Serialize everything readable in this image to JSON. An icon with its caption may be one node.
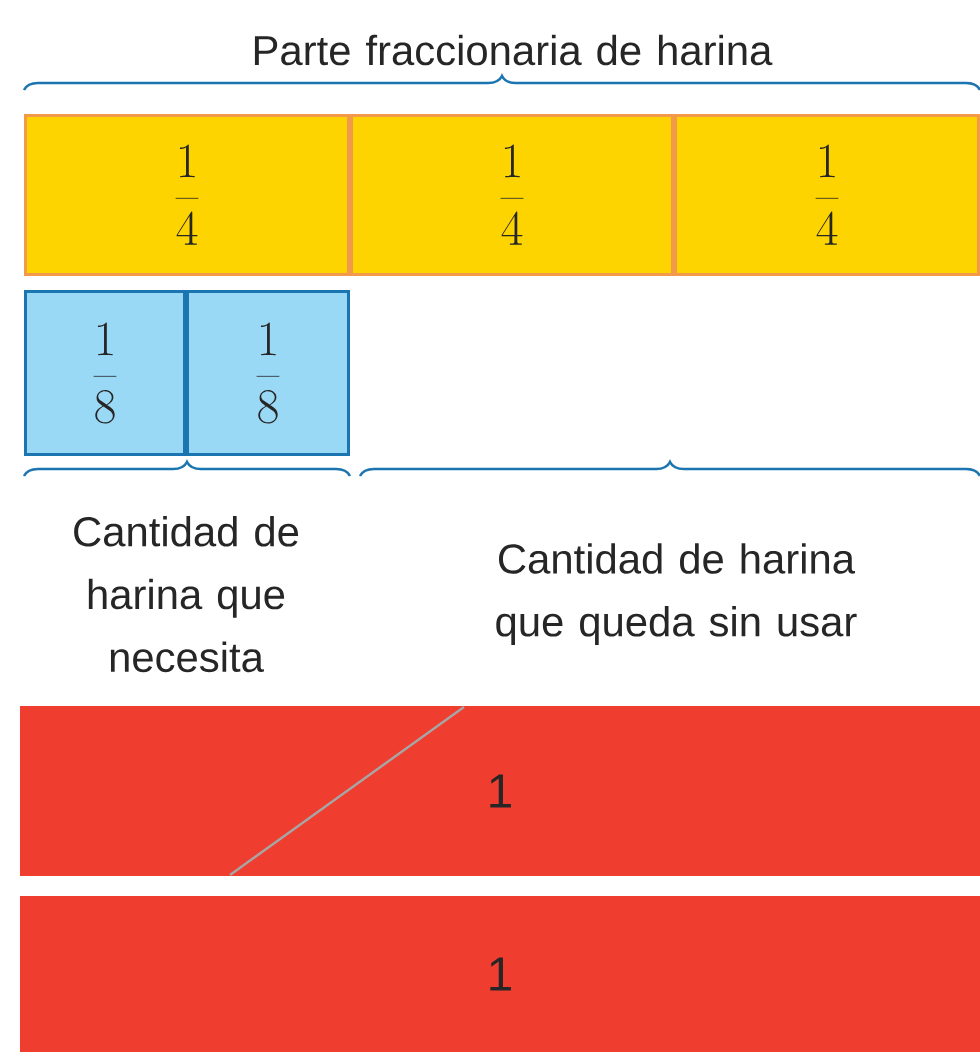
{
  "diagram": {
    "nodes": [
      {
        "text": [
          "\\frac{1}{4}"
        ]
      },
      {
        "text": [
          "\\frac{1}{4}"
        ]
      },
      {
        "text": [
          "\\frac{1}{4}"
        ]
      },
      {
        "text": [
          "\\frac{1}{8}"
        ]
      },
      {
        "text": [
          "\\frac{1}{8}"
        ]
      },
      {
        "text": [
          "1"
        ]
      },
      {
        "text": [
          "1"
        ]
      }
    ],
    "labels": [
      "Parte fraccionaria de harina",
      "Cantidad de harina que necesita",
      "Cantidad de harina que queda sin usar"
    ]
  }
}
